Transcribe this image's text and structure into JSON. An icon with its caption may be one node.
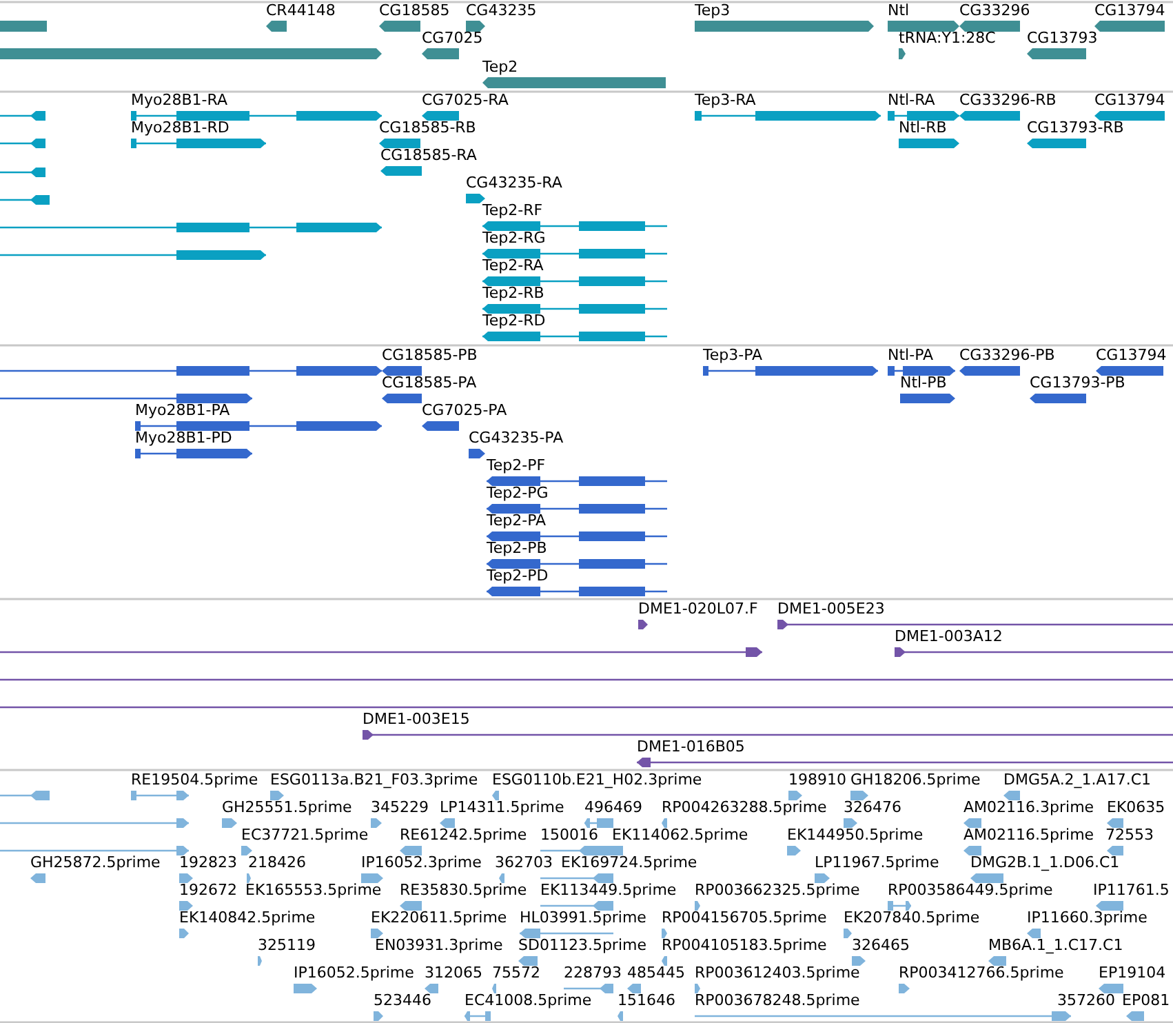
{
  "diagram": {
    "labels": [
      "CR44148",
      "CG18585",
      "CG43235",
      "Tep3",
      "Ntl",
      "CG33296",
      "CG13794",
      "CG7025",
      "tRNA:Y1:28C",
      "CG13793",
      "Tep2",
      "Myo28B1-RA",
      "CG7025-RA",
      "Tep3-RA",
      "Ntl-RA",
      "CG33296-RB",
      "CG13794",
      "Myo28B1-RD",
      "CG18585-RB",
      "Ntl-RB",
      "CG13793-RB",
      "CG18585-RA",
      "CG43235-RA",
      "Tep2-RF",
      "Tep2-RG",
      "Tep2-RA",
      "Tep2-RB",
      "Tep2-RD",
      "CG18585-PB",
      "Tep3-PA",
      "Ntl-PA",
      "CG33296-PB",
      "CG13794",
      "CG18585-PA",
      "Ntl-PB",
      "CG13793-PB",
      "Myo28B1-PA",
      "CG7025-PA",
      "Myo28B1-PD",
      "CG43235-PA",
      "Tep2-PF",
      "Tep2-PG",
      "Tep2-PA",
      "Tep2-PB",
      "Tep2-PD",
      "DME1-020L07.F",
      "DME1-005E23",
      "DME1-003A12",
      "DME1-003E15",
      "DME1-016B05",
      "RE19504.5prime",
      "ESG0113a.B21_F03.3prime",
      "ESG0110b.E21_H02.3prime",
      "198910",
      "GH18206.5prime",
      "DMG5A.2_1.A17.C1",
      "GH25551.5prime",
      "345229",
      "LP14311.5prime",
      "496469",
      "RP004263288.5prime",
      "326476",
      "AM02116.3prime",
      "EK0635",
      "EC37721.5prime",
      "RE61242.5prime",
      "150016",
      "EK114062.5prime",
      "EK144950.5prime",
      "AM02116.5prime",
      "72553",
      "GH25872.5prime",
      "192823",
      "218426",
      "IP16052.3prime",
      "362703",
      "EK169724.5prime",
      "LP11967.5prime",
      "DMG2B.1_1.D06.C1",
      "192672",
      "EK165553.5prime",
      "RE35830.5prime",
      "EK113449.5prime",
      "RP003662325.5prime",
      "RP003586449.5prime",
      "IP11761.5",
      "EK140842.5prime",
      "EK220611.5prime",
      "HL03991.5prime",
      "RP004156705.5prime",
      "EK207840.5prime",
      "IP11660.3prime",
      "325119",
      "EN03931.3prime",
      "SD01123.5prime",
      "RP004105183.5prime",
      "326465",
      "MB6A.1_1.C17.C1",
      "IP16052.5prime",
      "312065",
      "75572",
      "228793",
      "485445",
      "RP003612403.5prime",
      "RP003412766.5prime",
      "EP19104",
      "523446",
      "EC41008.5prime",
      "151646",
      "RP003678248.5prime",
      "357260",
      "EP081"
    ]
  }
}
